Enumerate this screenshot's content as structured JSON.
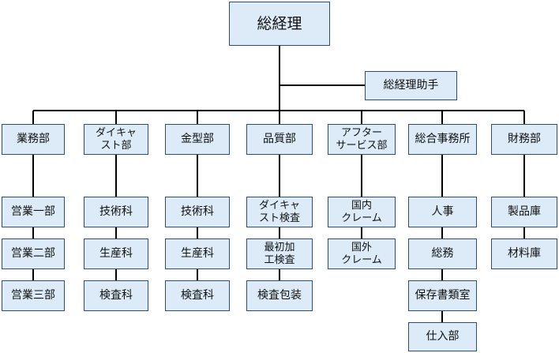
{
  "colors": {
    "box_fill": "#dcebf7",
    "box_border": "#2c4e6e",
    "line": "#000000",
    "text": "#111111"
  },
  "ceo": "総経理",
  "assistant": "総経理助手",
  "departments": [
    {
      "name": "業務部",
      "sections": [
        "営業一部",
        "営業二部",
        "営業三部"
      ]
    },
    {
      "name": "ダイキャ\nスト部",
      "sections": [
        "技術科",
        "生産科",
        "検査科"
      ]
    },
    {
      "name": "金型部",
      "sections": [
        "技術科",
        "生産科",
        "検査科"
      ]
    },
    {
      "name": "品質部",
      "sections": [
        "ダイキャ\nスト検査",
        "最初加\n工検査",
        "検査包装"
      ]
    },
    {
      "name": "アフター\nサービス部",
      "sections": [
        "国内\nクレーム",
        "国外\nクレーム"
      ]
    },
    {
      "name": "総合事務所",
      "sections": [
        "人事",
        "総務",
        "保存書類室",
        "仕入部"
      ]
    },
    {
      "name": "財務部",
      "sections": [
        "製品庫",
        "材料庫"
      ]
    }
  ]
}
